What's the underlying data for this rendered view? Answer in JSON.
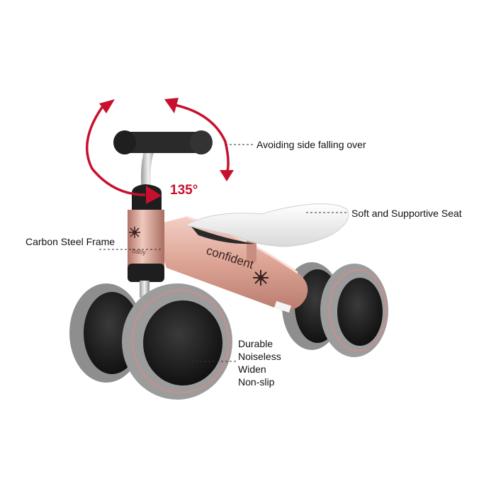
{
  "callouts": {
    "side_falling": "Avoiding side falling over",
    "seat": "Soft and Supportive Seat",
    "frame": "Carbon Steel Frame",
    "wheel_lines": [
      "Durable",
      "Noiseless",
      "Widen",
      "Non-slip"
    ]
  },
  "angle": "135°",
  "brand_text": "confident",
  "colors": {
    "frame": "#e0a99a",
    "arrow": "#c8102e",
    "tire": "#9a9a9a",
    "hub": "#1e1e1e",
    "seat": "#ededed",
    "grip": "#2a2a2a"
  },
  "icons": [
    "rotation-arrow-icon",
    "spark-logo-icon"
  ]
}
